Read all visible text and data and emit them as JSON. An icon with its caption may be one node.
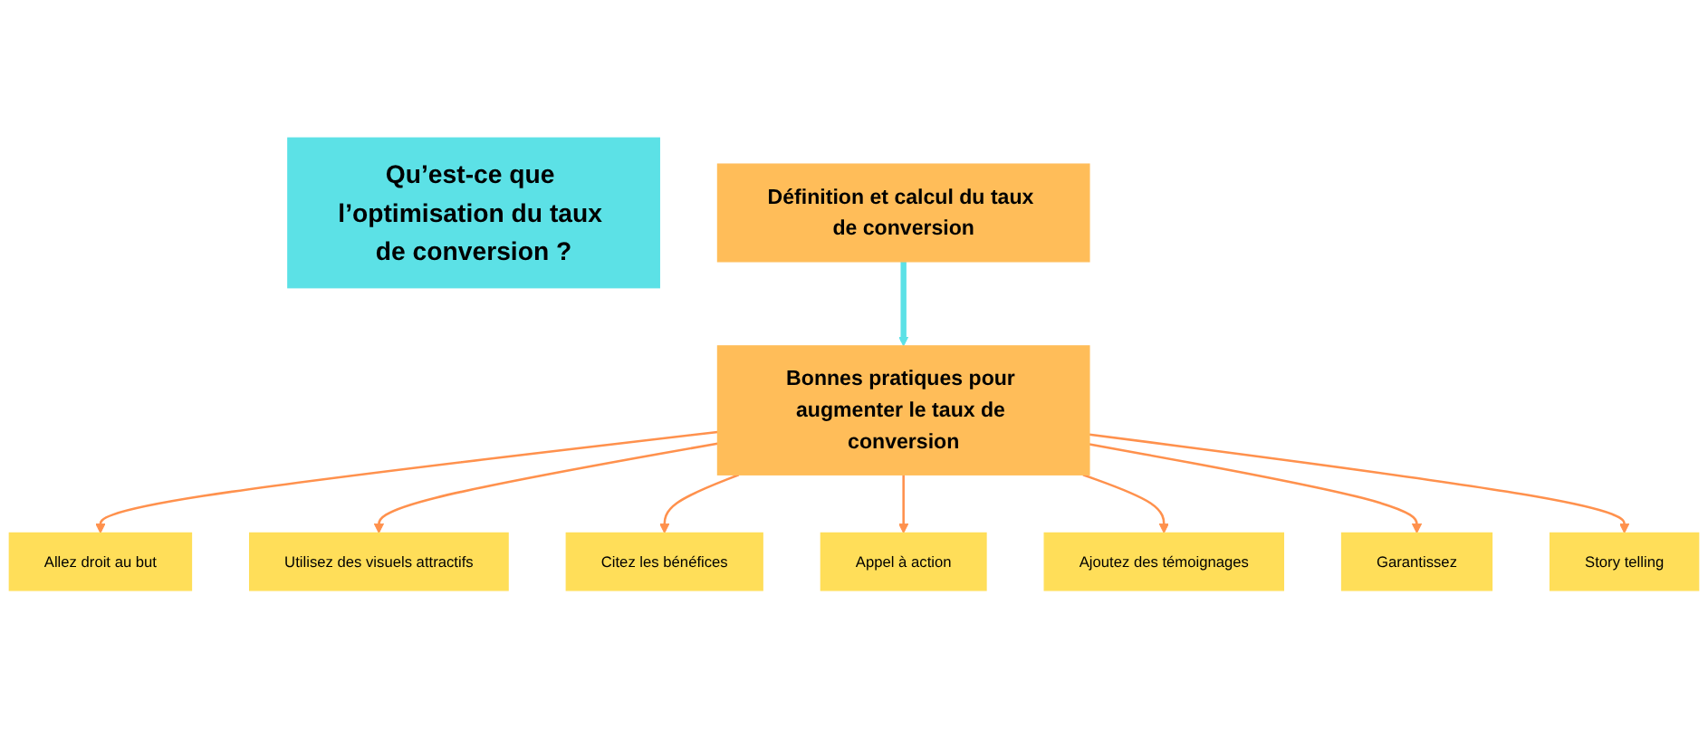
{
  "diagram": {
    "nodes": [
      {
        "text": [
          "Qu’est-ce que l’optimisation du taux de conversion ?"
        ]
      },
      {
        "text": [
          "Définition et calcul du taux de conversion"
        ]
      },
      {
        "text": [
          "Bonnes pratiques pour augmenter le taux de conversion"
        ]
      },
      {
        "text": [
          "Allez droit au but"
        ]
      },
      {
        "text": [
          "Utilisez des visuels attractifs"
        ]
      },
      {
        "text": [
          "Citez les bénéfices"
        ]
      },
      {
        "text": [
          "Appel à action"
        ]
      },
      {
        "text": [
          "Ajoutez des témoignages"
        ]
      },
      {
        "text": [
          "Garantissez"
        ]
      },
      {
        "text": [
          "Story telling"
        ]
      }
    ],
    "edges": [
      {
        "from": 1,
        "to": 2,
        "arrow": "to",
        "style": "thick",
        "color": "#5ce1e6"
      },
      {
        "from": 2,
        "to": 3,
        "arrow": "to"
      },
      {
        "from": 2,
        "to": 4,
        "arrow": "to"
      },
      {
        "from": 2,
        "to": 5,
        "arrow": "to"
      },
      {
        "from": 2,
        "to": 6,
        "arrow": "to"
      },
      {
        "from": 2,
        "to": 7,
        "arrow": "to"
      },
      {
        "from": 2,
        "to": 8,
        "arrow": "to"
      },
      {
        "from": 2,
        "to": 9,
        "arrow": "to"
      }
    ]
  }
}
